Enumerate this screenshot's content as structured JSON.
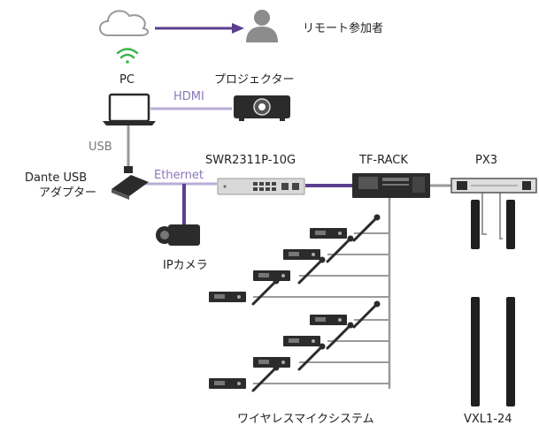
{
  "labels": {
    "remote": "リモート参加者",
    "pc": "PC",
    "projector": "プロジェクター",
    "hdmi": "HDMI",
    "usb": "USB",
    "dante_usb_line1": "Dante USB",
    "dante_usb_line2": "アダプター",
    "ethernet": "Ethernet",
    "switch": "SWR2311P-10G",
    "tf_rack": "TF-RACK",
    "px3": "PX3",
    "ip_camera": "IPカメラ",
    "wireless_mic": "ワイヤレスマイクシステム",
    "vxl": "VXL1-24"
  },
  "colors": {
    "purple_link": "#5b3f8f",
    "light_purple_link": "#b9acd6",
    "gray_link": "#9a9a9a",
    "device_dark": "#2b2b2b",
    "cloud_outline": "#9a9a9a",
    "wifi_green": "#3cb44b",
    "person_gray": "#8c8c8c"
  },
  "icons": {
    "cloud": "cloud-icon",
    "wifi": "wifi-icon",
    "person": "person-icon",
    "laptop": "laptop-icon",
    "projector": "projector-icon",
    "usb_adapter": "usb-adapter-icon",
    "camera": "camera-icon",
    "switch": "network-switch-icon",
    "rack": "rack-mixer-icon",
    "amplifier": "amplifier-icon",
    "receiver": "wireless-receiver-icon",
    "microphone": "microphone-icon",
    "speaker": "column-speaker-icon"
  }
}
